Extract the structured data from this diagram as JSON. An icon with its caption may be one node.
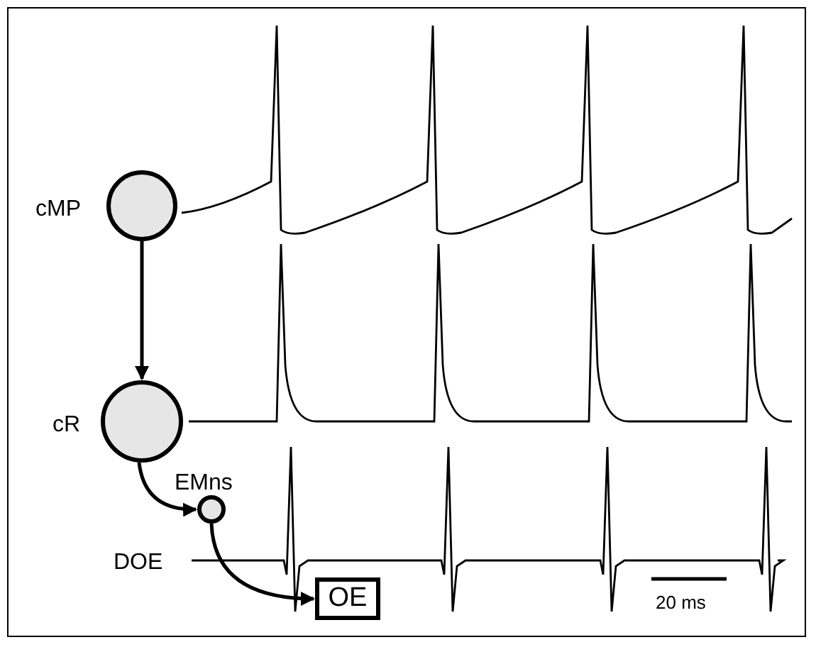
{
  "diagram": {
    "nodes": [
      {
        "text": [],
        "shape": "circle",
        "beside": [
          "cMP"
        ]
      },
      {
        "text": [],
        "shape": "circle",
        "beside": [
          "cR"
        ]
      },
      {
        "text": [],
        "shape": "circle",
        "beside": [
          "EMns"
        ]
      },
      {
        "text": [
          "OE"
        ]
      }
    ],
    "edges": [
      {
        "from": 0,
        "to": 1,
        "arrow": "to"
      },
      {
        "from": 1,
        "to": 2,
        "arrow": "to"
      },
      {
        "from": 2,
        "to": 3,
        "arrow": "to"
      }
    ],
    "labels": [
      "DOE",
      "20 ms"
    ]
  }
}
